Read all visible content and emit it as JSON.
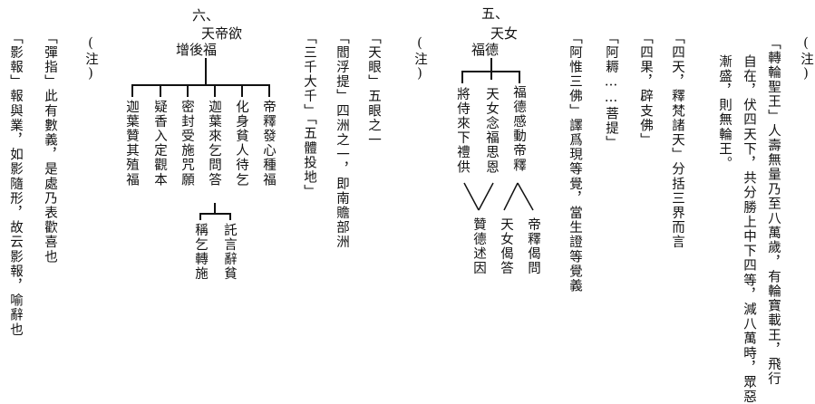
{
  "right_page": {
    "note": "(注)",
    "lines": [
      "「轉輪聖王」人壽無量乃至八萬歲，有輪寶載王，飛行",
      "自在，伏四天下，共分勝上中下四等，減八萬時，眾惡",
      "漸盛，則無輪王。",
      "「四天，釋梵諸天」分括三界而言",
      "「四果，辟支佛」",
      "「阿耨……菩提」",
      "「阿惟三佛」譯爲現等覺，當生證等覺義"
    ]
  },
  "diagram_five": {
    "heading": "五、",
    "root_top": "天女",
    "root_bottom": "福德",
    "col1": "福德感動帝釋",
    "col1_sub1": "帝釋偈問",
    "col1_sub2": "天女偈答",
    "col2": "天女念福思恩",
    "col3": "將侍來下禮供",
    "col23_sub": "贊德述因"
  },
  "middle_page": {
    "note": "(注)",
    "lines": [
      "「天眼」五眼之一",
      "「閻浮提」四洲之一，即南贍部洲",
      "「三千大千」「五體投地」"
    ]
  },
  "diagram_six": {
    "heading": "六、",
    "root_top": "天帝欲",
    "root_bottom": "增後福",
    "branches": [
      "帝釋發心種福",
      "化身貧人待乞",
      "迦葉來乞問答",
      "密封受施咒願",
      "疑香入定觀本",
      "迦葉贊其殖福"
    ],
    "sub1": "託言辭貧",
    "sub2": "稱乞轉施"
  },
  "left_page": {
    "note": "(注)",
    "lines": [
      "「彈指」此有數義，是處乃表歡喜也",
      "「影報」報與業，如影隨形，故云影報，喻辭也"
    ]
  }
}
